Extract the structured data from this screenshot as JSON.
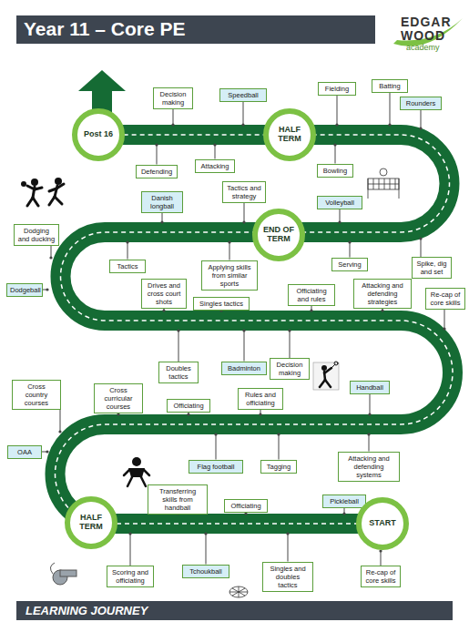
{
  "diagram": {
    "title": "Year 11 – Core PE",
    "caption": "LEARNING JOURNEY",
    "nodes": [
      {
        "text": [
          "Decision making"
        ]
      },
      {
        "text": [
          "Speedball"
        ]
      },
      {
        "text": [
          "Fielding"
        ]
      },
      {
        "text": [
          "Batting"
        ]
      },
      {
        "text": [
          "Rounders"
        ]
      },
      {
        "text": [
          "Post 16"
        ]
      },
      {
        "text": [
          "HALF TERM"
        ]
      },
      {
        "text": [
          "Defending"
        ]
      },
      {
        "text": [
          "Attacking"
        ]
      },
      {
        "text": [
          "Bowling"
        ]
      },
      {
        "text": [
          "Danish longball"
        ]
      },
      {
        "text": [
          "Tactics and strategy"
        ]
      },
      {
        "text": [
          "END OF TERM"
        ]
      },
      {
        "text": [
          "Volleyball"
        ]
      },
      {
        "text": [
          "Dodging and ducking"
        ]
      },
      {
        "text": [
          "Tactics"
        ]
      },
      {
        "text": [
          "Applying skills from similar sports"
        ]
      },
      {
        "text": [
          "Serving"
        ]
      },
      {
        "text": [
          "Spike, dig and set"
        ]
      },
      {
        "text": [
          "Dodgeball"
        ]
      },
      {
        "text": [
          "Drives and cross court shots"
        ]
      },
      {
        "text": [
          "Singles tactics"
        ]
      },
      {
        "text": [
          "Officiating and rules"
        ]
      },
      {
        "text": [
          "Attacking and defending strategies"
        ]
      },
      {
        "text": [
          "Re-cap of core skills"
        ]
      },
      {
        "text": [
          "Doubles tactics"
        ]
      },
      {
        "text": [
          "Badminton"
        ]
      },
      {
        "text": [
          "Decision making"
        ]
      },
      {
        "text": [
          "Handball"
        ]
      },
      {
        "text": [
          "Cross curricular courses"
        ]
      },
      {
        "text": [
          "Officiating"
        ]
      },
      {
        "text": [
          "Rules and officiating"
        ]
      },
      {
        "text": [
          "Cross country courses"
        ]
      },
      {
        "text": [
          "OAA"
        ]
      },
      {
        "text": [
          "Flag football"
        ]
      },
      {
        "text": [
          "Tagging"
        ]
      },
      {
        "text": [
          "Attacking and defending systems"
        ]
      },
      {
        "text": [
          "Transferring skills from handball"
        ]
      },
      {
        "text": [
          "Officiating"
        ]
      },
      {
        "text": [
          "Pickleball"
        ]
      },
      {
        "text": [
          "HALF TERM"
        ]
      },
      {
        "text": [
          "START"
        ]
      },
      {
        "text": [
          "Scoring and officiating"
        ]
      },
      {
        "text": [
          "Tchoukball"
        ]
      },
      {
        "text": [
          "Singles and doubles tactics"
        ]
      },
      {
        "text": [
          "Re-cap of core skills"
        ]
      }
    ],
    "labels": [
      "EDGAR",
      "WOOD",
      "academy"
    ]
  }
}
